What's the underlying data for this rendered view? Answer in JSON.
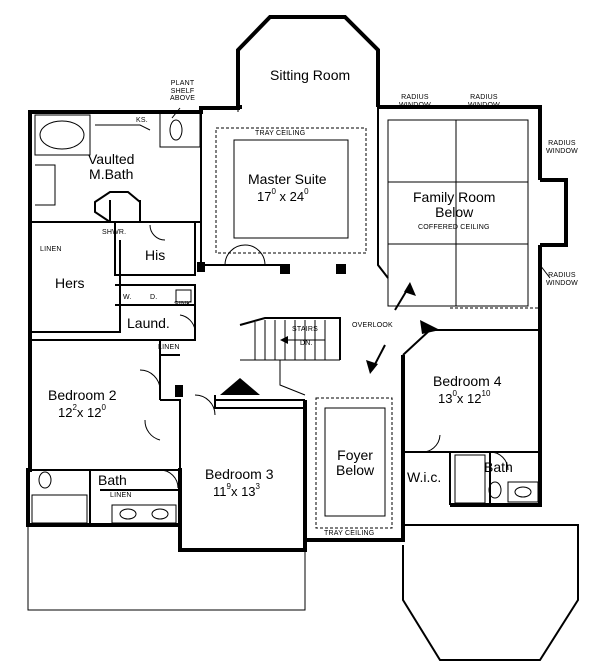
{
  "rooms": {
    "sitting_room": "Sitting Room",
    "master_suite": "Master Suite",
    "master_suite_dim": {
      "w": "17",
      "wsup": "0",
      "x": " x 24",
      "hsup": "0"
    },
    "tray_ceiling_master": "TRAY CEILING",
    "family_room_1": "Family Room",
    "family_room_2": "Below",
    "coffered": "COFFERED CEILING",
    "vaulted_1": "Vaulted",
    "vaulted_2": "M.Bath",
    "shwr": "SHWR.",
    "his": "His",
    "hers": "Hers",
    "linen_hers": "LINEN",
    "laund": "Laund.",
    "w": "W.",
    "d": "D.",
    "sink": "SINK",
    "ks": "KS.",
    "plant_1": "PLANT",
    "plant_2": "SHELF",
    "plant_3": "ABOVE",
    "stairs": "STAIRS",
    "dn": "DN.",
    "overlook": "OVERLOOK",
    "linen_hall": "LINEN",
    "bedroom2": "Bedroom 2",
    "bedroom2_dim": {
      "w": "12",
      "wsup": "2",
      "x": "x 12",
      "hsup": "0"
    },
    "bedroom3": "Bedroom 3",
    "bedroom3_dim": {
      "w": "11",
      "wsup": "9",
      "x": "x 13",
      "hsup": "3"
    },
    "bedroom4": "Bedroom 4",
    "bedroom4_dim": {
      "w": "13",
      "wsup": "0",
      "x": "x 12",
      "hsup": "10"
    },
    "foyer_1": "Foyer",
    "foyer_2": "Below",
    "tray_ceiling_foyer": "TRAY CEILING",
    "wic": "W.i.c.",
    "bath_right": "Bath",
    "bath_left": "Bath",
    "linen_bath": "LINEN",
    "radius_window": "RADIUS",
    "window": "WINDOW"
  }
}
